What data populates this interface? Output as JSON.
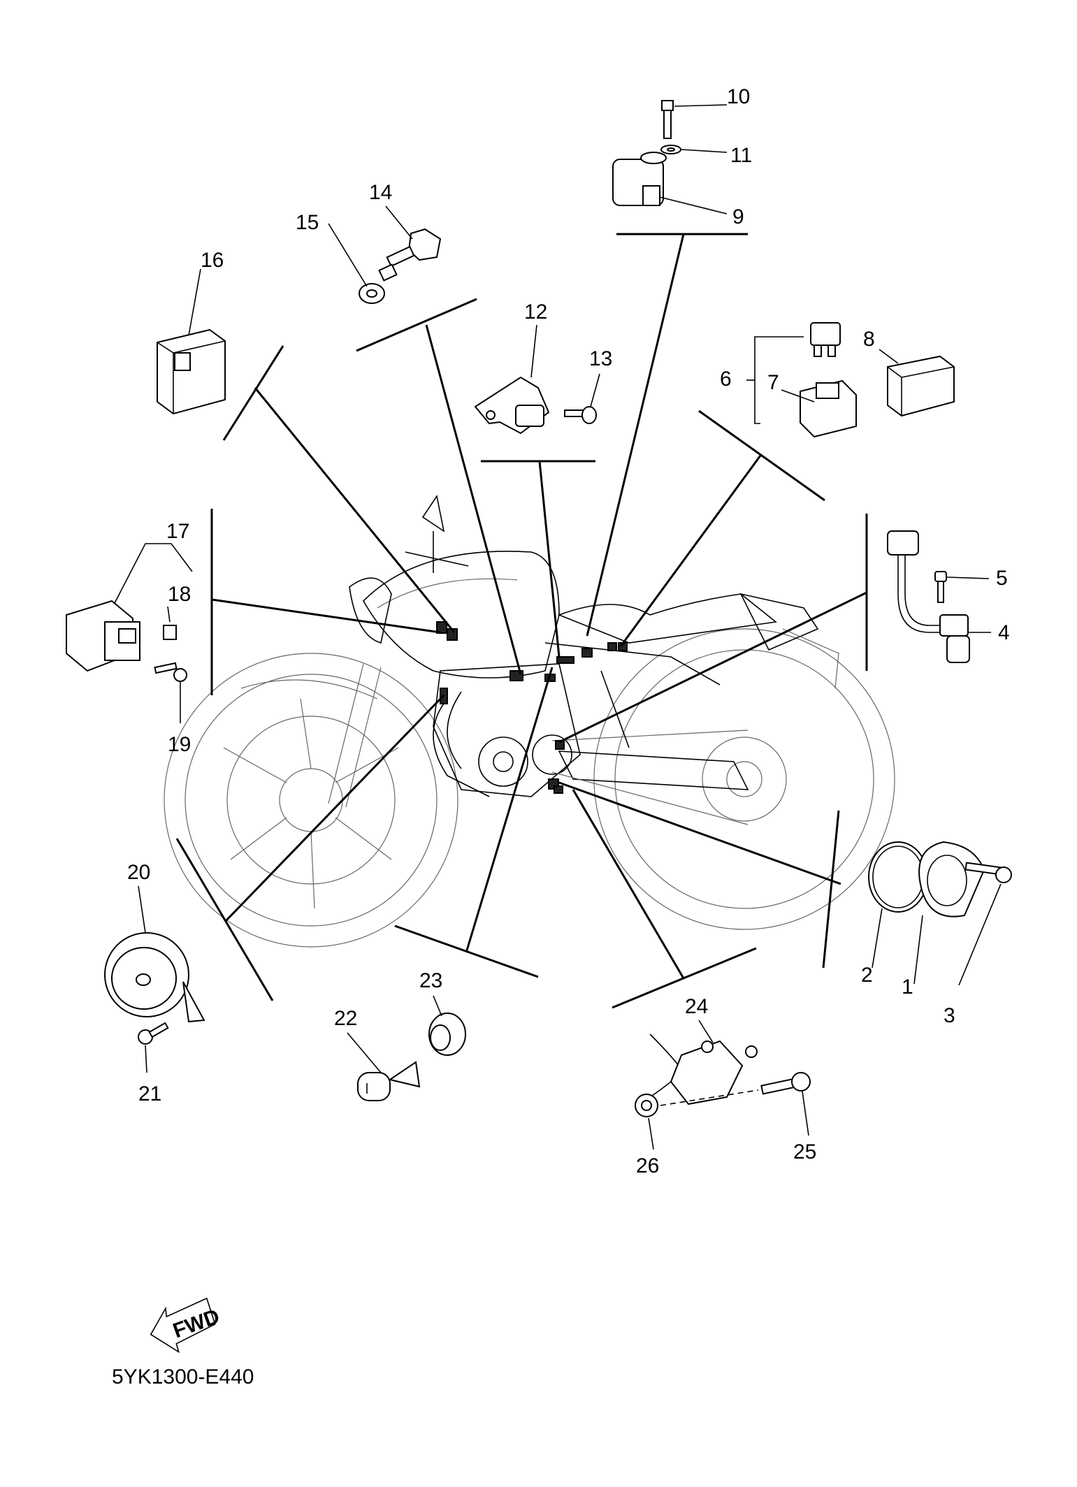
{
  "diagram": {
    "callouts": [
      "1",
      "2",
      "3",
      "4",
      "5",
      "6",
      "7",
      "8",
      "9",
      "10",
      "11",
      "12",
      "13",
      "14",
      "15",
      "16",
      "17",
      "18",
      "19",
      "20",
      "21",
      "22",
      "23",
      "24",
      "25",
      "26"
    ],
    "forward_indicator": "FWD",
    "drawing_code": "5YK1300-E440"
  }
}
